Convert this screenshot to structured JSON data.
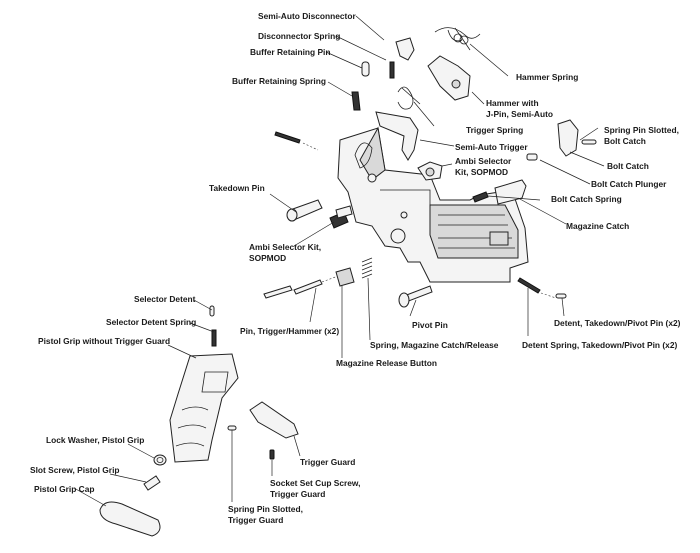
{
  "labels": {
    "semi_auto_disconnector": "Semi-Auto Disconnector",
    "disconnector_spring": "Disconnector Spring",
    "buffer_retaining_pin": "Buffer Retaining Pin",
    "buffer_retaining_spring": "Buffer Retaining Spring",
    "hammer_spring": "Hammer Spring",
    "hammer_with": "Hammer with",
    "j_pin_semi_auto": "J-Pin, Semi-Auto",
    "trigger_spring": "Trigger Spring",
    "spring_pin_slotted": "Spring Pin Slotted,",
    "bolt_catch_sub": "Bolt Catch",
    "semi_auto_trigger": "Semi-Auto Trigger",
    "ambi_selector_kit_a": "Ambi Selector",
    "ambi_selector_kit_b": "Kit, SOPMOD",
    "bolt_catch": "Bolt Catch",
    "bolt_catch_plunger": "Bolt Catch Plunger",
    "bolt_catch_spring": "Bolt Catch Spring",
    "takedown_pin": "Takedown Pin",
    "magazine_catch": "Magazine Catch",
    "ambi_selector_kit_left_a": "Ambi Selector Kit,",
    "ambi_selector_kit_left_b": "SOPMOD",
    "selector_detent": "Selector Detent",
    "selector_detent_spring": "Selector Detent Spring",
    "pistol_grip_without_trigger_guard": "Pistol Grip without Trigger Guard",
    "pin_trigger_hammer": "Pin, Trigger/Hammer (x2)",
    "pivot_pin": "Pivot Pin",
    "spring_magazine_catch": "Spring, Magazine Catch/Release",
    "detent_takedown_pivot": "Detent, Takedown/Pivot Pin (x2)",
    "detent_spring_takedown_pivot": "Detent Spring, Takedown/Pivot Pin (x2)",
    "magazine_release_button": "Magazine Release Button",
    "lock_washer_pistol_grip": "Lock Washer, Pistol Grip",
    "trigger_guard": "Trigger Guard",
    "slot_screw_pistol_grip": "Slot Screw, Pistol Grip",
    "socket_set_cup_screw": "Socket Set Cup Screw,",
    "trigger_guard_sub": "Trigger Guard",
    "pistol_grip_cap": "Pistol Grip Cap",
    "spring_pin_slotted_tg": "Spring Pin Slotted,",
    "trigger_guard_sub2": "Trigger Guard"
  }
}
